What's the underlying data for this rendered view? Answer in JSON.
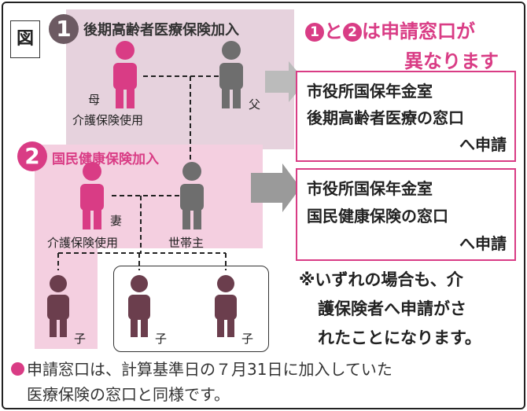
{
  "figure_label": "図",
  "group1": {
    "badge": "1",
    "title": "後期高齢者医療保険加入"
  },
  "group2": {
    "badge": "2",
    "title": "国民健康保険加入"
  },
  "headline": {
    "prefix_badge1": "1",
    "connector": "と",
    "prefix_badge2": "2",
    "line1_rest": "は申請窓口が",
    "line2": "異なります"
  },
  "people": {
    "mother": {
      "label": "母",
      "sub": "介護保険使用"
    },
    "father": {
      "label": "父"
    },
    "wife": {
      "label": "妻",
      "sub": "介護保険使用"
    },
    "head": {
      "label": "世帯主"
    },
    "child1": {
      "label": "子"
    },
    "child2": {
      "label": "子"
    },
    "child3": {
      "label": "子"
    }
  },
  "box1": {
    "line1": "市役所国保年金室",
    "line2": "後期高齢者医療の窓口",
    "line3": "へ申請"
  },
  "box2": {
    "line1": "市役所国保年金室",
    "line2": "国民健康保険の窓口",
    "line3": "へ申請"
  },
  "note": {
    "line1": "※いずれの場合も、介",
    "line2": "護保険者へ申請がさ",
    "line3": "れたことになります。"
  },
  "footer": {
    "line1": "申請窓口は、計算基準日の７月31日に加入していた",
    "line2": "医療保険の窓口と同様です。"
  },
  "colors": {
    "pink": "#d93c85",
    "gray_person": "#6e6e6e",
    "dark_person": "#6b3e4d"
  }
}
